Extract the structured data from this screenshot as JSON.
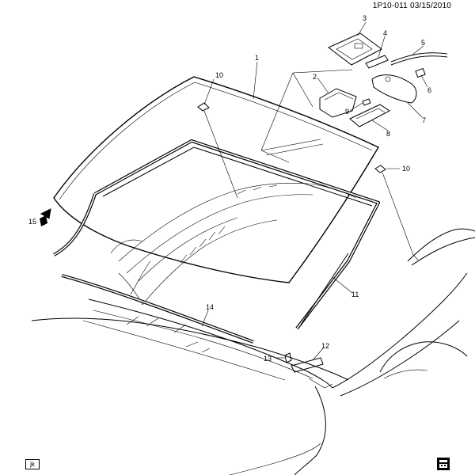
{
  "header": {
    "diagram_code": "1P10-011",
    "date": "03/15/2010"
  },
  "footer": {
    "corner_code": "jk"
  },
  "callouts": {
    "c1": "1",
    "c2": "2",
    "c3": "3",
    "c4": "4",
    "c5": "5",
    "c6": "6",
    "c7": "7",
    "c8": "8",
    "c9": "9",
    "c10a": "10",
    "c10b": "10",
    "c11": "11",
    "c12": "12",
    "c13": "13",
    "c14": "14",
    "c15": "15"
  },
  "icons": {
    "front_arrow": "front-arrow-icon",
    "vehicle_symbol": "vehicle-symbol-icon"
  }
}
